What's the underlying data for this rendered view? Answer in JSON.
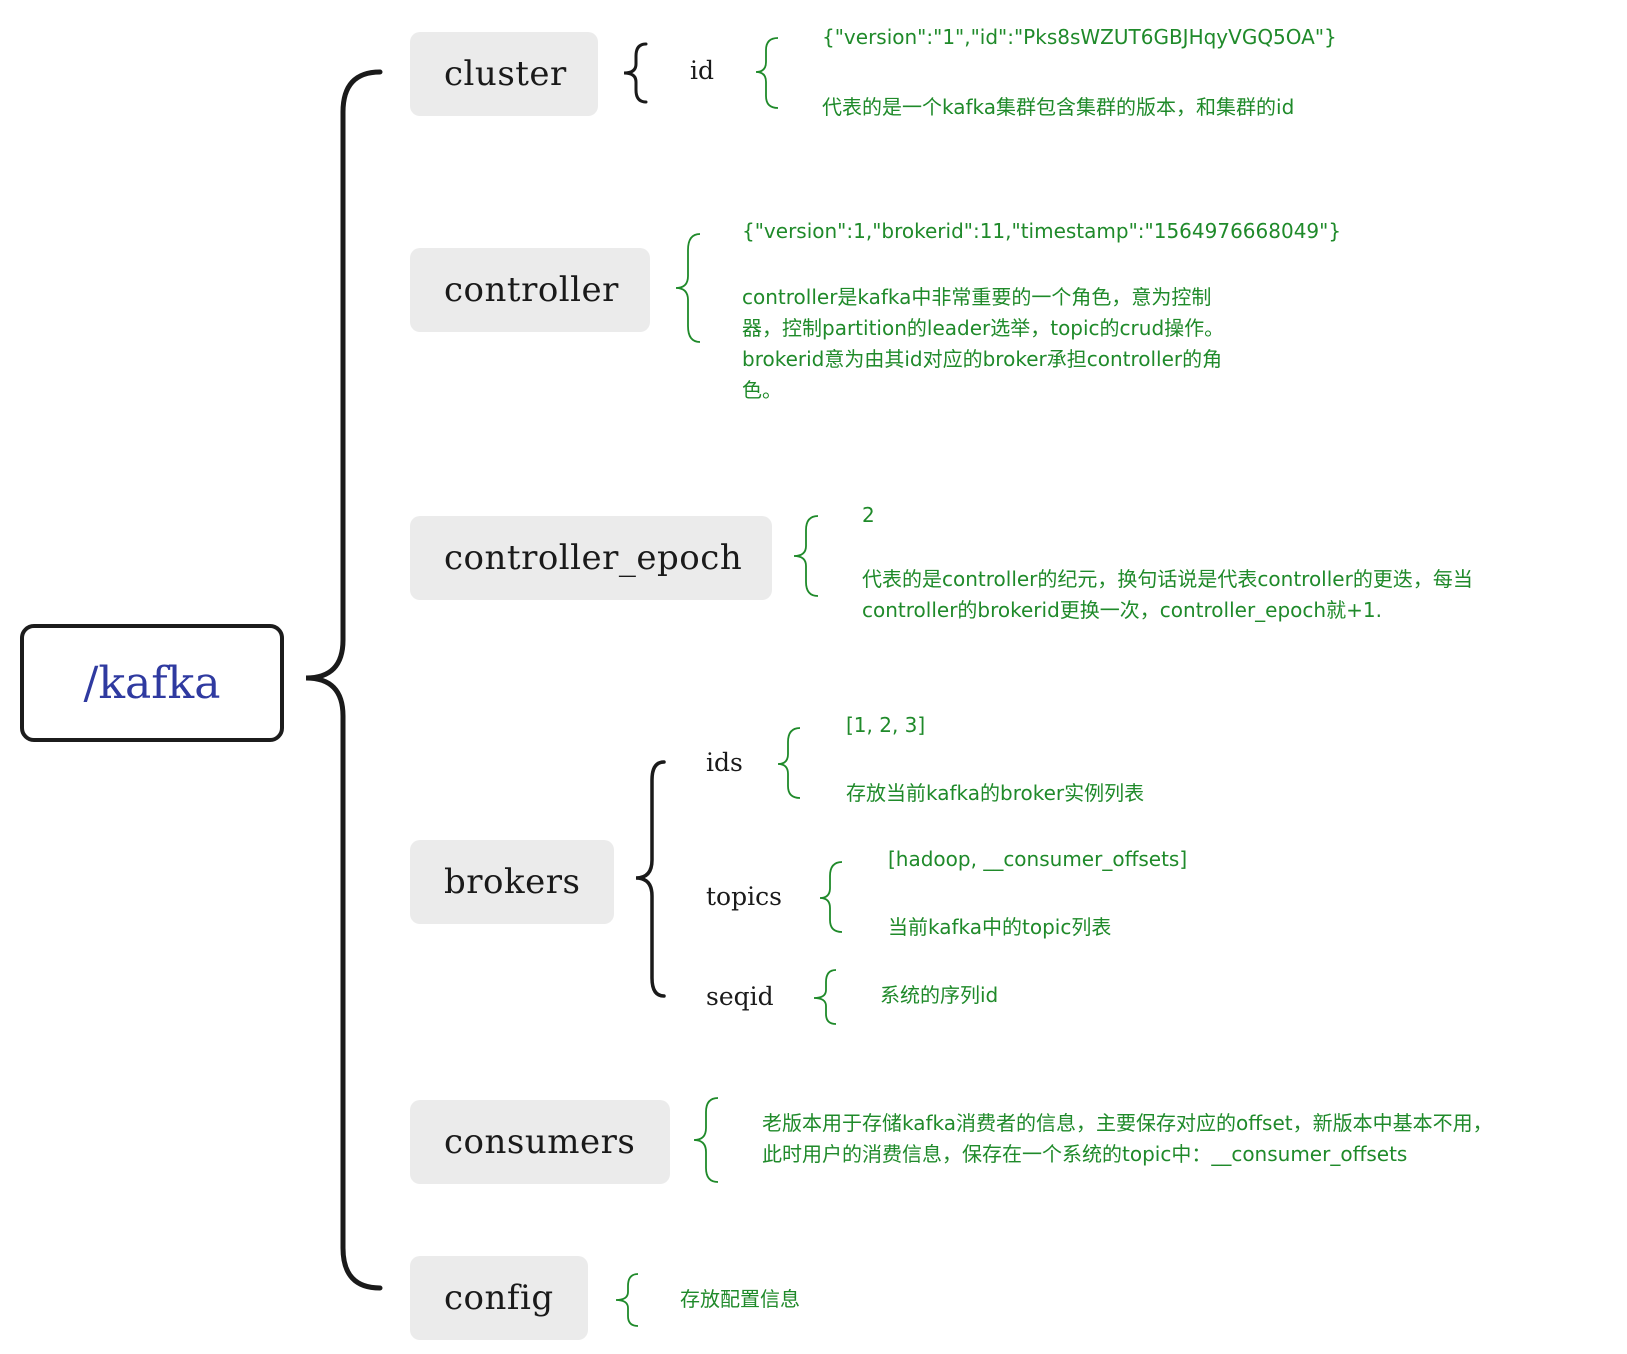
{
  "root": {
    "label": "/kafka"
  },
  "nodes": {
    "cluster": {
      "label": "cluster",
      "children": {
        "id": {
          "label": "id",
          "value": "{\"version\":\"1\",\"id\":\"Pks8sWZUT6GBJHqyVGQ5OA\"}",
          "desc": "代表的是一个kafka集群包含集群的版本，和集群的id"
        }
      }
    },
    "controller": {
      "label": "controller",
      "value": "{\"version\":1,\"brokerid\":11,\"timestamp\":\"1564976668049\"}",
      "desc": "controller是kafka中非常重要的一个角色，意为控制\n器，控制partition的leader选举，topic的crud操作。\nbrokerid意为由其id对应的broker承担controller的角\n色。"
    },
    "controller_epoch": {
      "label": "controller_epoch",
      "value": "2",
      "desc": "代表的是controller的纪元，换句话说是代表controller的更迭，每当\ncontroller的brokerid更换一次，controller_epoch就+1."
    },
    "brokers": {
      "label": "brokers",
      "children": {
        "ids": {
          "label": "ids",
          "value": "[1, 2, 3]",
          "desc": "存放当前kafka的broker实例列表"
        },
        "topics": {
          "label": "topics",
          "value": "[hadoop, __consumer_offsets]",
          "desc": "当前kafka中的topic列表"
        },
        "seqid": {
          "label": "seqid",
          "desc": "系统的序列id"
        }
      }
    },
    "consumers": {
      "label": "consumers",
      "desc": "老版本用于存储kafka消费者的信息，主要保存对应的offset，新版本中基本不用，\n此时用户的消费信息，保存在一个系统的topic中：__consumer_offsets"
    },
    "config": {
      "label": "config",
      "desc": "存放配置信息"
    }
  },
  "colors": {
    "root_text": "#2f3aa0",
    "node_bg": "#ebebeb",
    "note_text": "#1f8a2a",
    "line_black": "#1a1a1a",
    "line_green": "#1f8a2a"
  }
}
